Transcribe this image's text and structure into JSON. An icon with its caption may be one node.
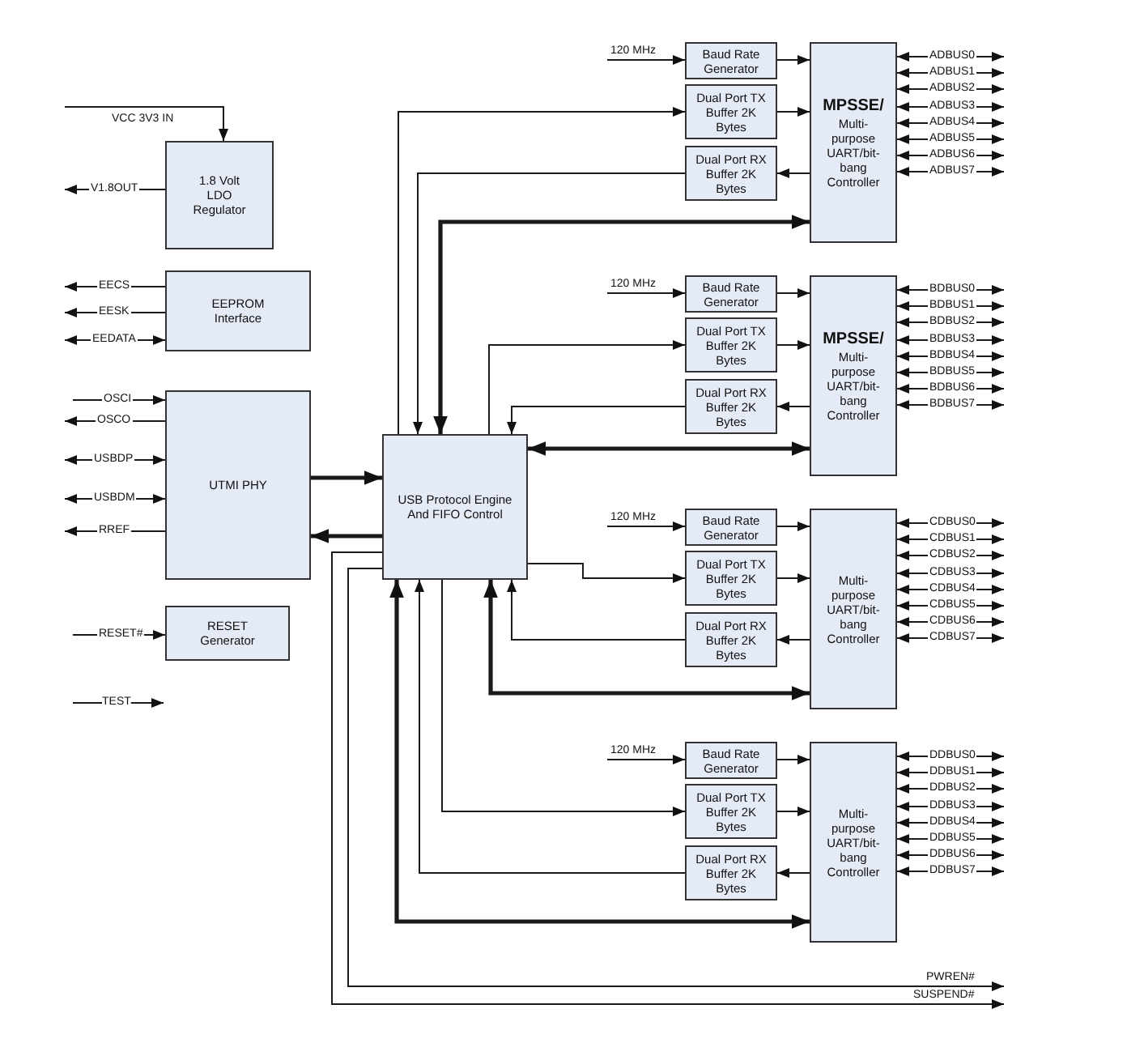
{
  "diagram": {
    "nodes": [
      {
        "text": [
          "1.8 Volt LDO Regulator"
        ]
      },
      {
        "text": [
          "EEPROM Interface"
        ]
      },
      {
        "text": [
          "UTMI PHY"
        ]
      },
      {
        "text": [
          "RESET Generator"
        ]
      },
      {
        "text": [
          "TEST"
        ]
      },
      {
        "text": [
          "USB Protocol Engine And FIFO Control"
        ]
      },
      {
        "text": [
          "Baud Rate Generator"
        ]
      },
      {
        "text": [
          "Dual Port TX Buffer 2K Bytes"
        ]
      },
      {
        "text": [
          "Dual Port RX Buffer 2K Bytes"
        ]
      },
      {
        "text": [
          "MPSSE/",
          "Multi-purpose UART/bit-bang Controller"
        ]
      },
      {
        "text": [
          "Baud Rate Generator"
        ]
      },
      {
        "text": [
          "Dual Port TX Buffer 2K Bytes"
        ]
      },
      {
        "text": [
          "Dual Port RX Buffer 2K Bytes"
        ]
      },
      {
        "text": [
          "MPSSE/",
          "Multi-purpose UART/bit-bang Controller"
        ]
      },
      {
        "text": [
          "Baud Rate Generator"
        ]
      },
      {
        "text": [
          "Dual Port TX Buffer 2K Bytes"
        ]
      },
      {
        "text": [
          "Dual Port RX Buffer 2K Bytes"
        ]
      },
      {
        "text": [
          "Multi-purpose UART/bit-bang Controller"
        ]
      },
      {
        "text": [
          "Baud Rate Generator"
        ]
      },
      {
        "text": [
          "Dual Port TX Buffer 2K Bytes"
        ]
      },
      {
        "text": [
          "Dual Port RX Buffer 2K Bytes"
        ]
      },
      {
        "text": [
          "Multi-purpose UART/bit-bang Controller"
        ]
      }
    ],
    "edges": [
      {
        "from": null,
        "to": 0,
        "arrow": "to",
        "label": "VCC 3V3 IN"
      },
      {
        "from": 0,
        "to": null,
        "arrow": "to",
        "label": "V1.8OUT"
      },
      {
        "from": 1,
        "to": null,
        "arrow": "to",
        "label": "EECS"
      },
      {
        "from": 1,
        "to": null,
        "arrow": "to",
        "label": "EESK"
      },
      {
        "from": 1,
        "to": null,
        "arrow": "both",
        "label": "EEDATA"
      },
      {
        "from": null,
        "to": 2,
        "arrow": "to",
        "label": "OSCI"
      },
      {
        "from": 2,
        "to": null,
        "arrow": "to",
        "label": "OSCO"
      },
      {
        "from": 2,
        "to": null,
        "arrow": "both",
        "label": "USBDP"
      },
      {
        "from": 2,
        "to": null,
        "arrow": "both",
        "label": "USBDM"
      },
      {
        "from": 2,
        "to": null,
        "arrow": "to",
        "label": "RREF"
      },
      {
        "from": null,
        "to": 3,
        "arrow": "to",
        "label": "RESET#"
      },
      {
        "from": null,
        "to": 4,
        "arrow": "none"
      },
      {
        "from": 4,
        "to": null,
        "arrow": "to"
      },
      {
        "from": 2,
        "to": 5,
        "arrow": "to",
        "style": "thick"
      },
      {
        "from": 5,
        "to": 2,
        "arrow": "to",
        "style": "thick"
      },
      {
        "from": null,
        "to": 6,
        "arrow": "to",
        "label": "120 MHz"
      },
      {
        "from": 6,
        "to": 9,
        "arrow": "to"
      },
      {
        "from": 7,
        "to": 9,
        "arrow": "to"
      },
      {
        "from": 9,
        "to": 8,
        "arrow": "to"
      },
      {
        "from": 5,
        "to": 7,
        "arrow": "to"
      },
      {
        "from": 8,
        "to": 5,
        "arrow": "to"
      },
      {
        "from": 5,
        "to": 9,
        "arrow": "both",
        "style": "thick"
      },
      {
        "from": 9,
        "to": null,
        "arrow": "both",
        "label": "ADBUS0"
      },
      {
        "from": 9,
        "to": null,
        "arrow": "both",
        "label": "ADBUS1"
      },
      {
        "from": 9,
        "to": null,
        "arrow": "both",
        "label": "ADBUS2"
      },
      {
        "from": 9,
        "to": null,
        "arrow": "both",
        "label": "ADBUS3"
      },
      {
        "from": 9,
        "to": null,
        "arrow": "both",
        "label": "ADBUS4"
      },
      {
        "from": 9,
        "to": null,
        "arrow": "both",
        "label": "ADBUS5"
      },
      {
        "from": 9,
        "to": null,
        "arrow": "both",
        "label": "ADBUS6"
      },
      {
        "from": 9,
        "to": null,
        "arrow": "both",
        "label": "ADBUS7"
      },
      {
        "from": null,
        "to": 10,
        "arrow": "to",
        "label": "120 MHz"
      },
      {
        "from": 10,
        "to": 13,
        "arrow": "to"
      },
      {
        "from": 11,
        "to": 13,
        "arrow": "to"
      },
      {
        "from": 13,
        "to": 12,
        "arrow": "to"
      },
      {
        "from": 5,
        "to": 11,
        "arrow": "to"
      },
      {
        "from": 12,
        "to": 5,
        "arrow": "to"
      },
      {
        "from": 5,
        "to": 13,
        "arrow": "both",
        "style": "thick"
      },
      {
        "from": 13,
        "to": null,
        "arrow": "both",
        "label": "BDBUS0"
      },
      {
        "from": 13,
        "to": null,
        "arrow": "both",
        "label": "BDBUS1"
      },
      {
        "from": 13,
        "to": null,
        "arrow": "both",
        "label": "BDBUS2"
      },
      {
        "from": 13,
        "to": null,
        "arrow": "both",
        "label": "BDBUS3"
      },
      {
        "from": 13,
        "to": null,
        "arrow": "both",
        "label": "BDBUS4"
      },
      {
        "from": 13,
        "to": null,
        "arrow": "both",
        "label": "BDBUS5"
      },
      {
        "from": 13,
        "to": null,
        "arrow": "both",
        "label": "BDBUS6"
      },
      {
        "from": 13,
        "to": null,
        "arrow": "both",
        "label": "BDBUS7"
      },
      {
        "from": null,
        "to": 14,
        "arrow": "to",
        "label": "120 MHz"
      },
      {
        "from": 14,
        "to": 17,
        "arrow": "to"
      },
      {
        "from": 15,
        "to": 17,
        "arrow": "to"
      },
      {
        "from": 17,
        "to": 16,
        "arrow": "to"
      },
      {
        "from": 5,
        "to": 15,
        "arrow": "to"
      },
      {
        "from": 16,
        "to": 5,
        "arrow": "to"
      },
      {
        "from": 5,
        "to": 17,
        "arrow": "both",
        "style": "thick"
      },
      {
        "from": 17,
        "to": null,
        "arrow": "both",
        "label": "CDBUS0"
      },
      {
        "from": 17,
        "to": null,
        "arrow": "both",
        "label": "CDBUS1"
      },
      {
        "from": 17,
        "to": null,
        "arrow": "both",
        "label": "CDBUS2"
      },
      {
        "from": 17,
        "to": null,
        "arrow": "both",
        "label": "CDBUS3"
      },
      {
        "from": 17,
        "to": null,
        "arrow": "both",
        "label": "CDBUS4"
      },
      {
        "from": 17,
        "to": null,
        "arrow": "both",
        "label": "CDBUS5"
      },
      {
        "from": 17,
        "to": null,
        "arrow": "both",
        "label": "CDBUS6"
      },
      {
        "from": 17,
        "to": null,
        "arrow": "both",
        "label": "CDBUS7"
      },
      {
        "from": null,
        "to": 18,
        "arrow": "to",
        "label": "120 MHz"
      },
      {
        "from": 18,
        "to": 21,
        "arrow": "to"
      },
      {
        "from": 19,
        "to": 21,
        "arrow": "to"
      },
      {
        "from": 21,
        "to": 20,
        "arrow": "to"
      },
      {
        "from": 5,
        "to": 19,
        "arrow": "to"
      },
      {
        "from": 20,
        "to": 5,
        "arrow": "to"
      },
      {
        "from": 5,
        "to": 21,
        "arrow": "both",
        "style": "thick"
      },
      {
        "from": 21,
        "to": null,
        "arrow": "both",
        "label": "DDBUS0"
      },
      {
        "from": 21,
        "to": null,
        "arrow": "both",
        "label": "DDBUS1"
      },
      {
        "from": 21,
        "to": null,
        "arrow": "both",
        "label": "DDBUS2"
      },
      {
        "from": 21,
        "to": null,
        "arrow": "both",
        "label": "DDBUS3"
      },
      {
        "from": 21,
        "to": null,
        "arrow": "both",
        "label": "DDBUS4"
      },
      {
        "from": 21,
        "to": null,
        "arrow": "both",
        "label": "DDBUS5"
      },
      {
        "from": 21,
        "to": null,
        "arrow": "both",
        "label": "DDBUS6"
      },
      {
        "from": 21,
        "to": null,
        "arrow": "both",
        "label": "DDBUS7"
      },
      {
        "from": 5,
        "to": null,
        "arrow": "to",
        "label": "PWREN#"
      },
      {
        "from": 5,
        "to": null,
        "arrow": "to",
        "label": "SUSPEND#"
      }
    ]
  }
}
